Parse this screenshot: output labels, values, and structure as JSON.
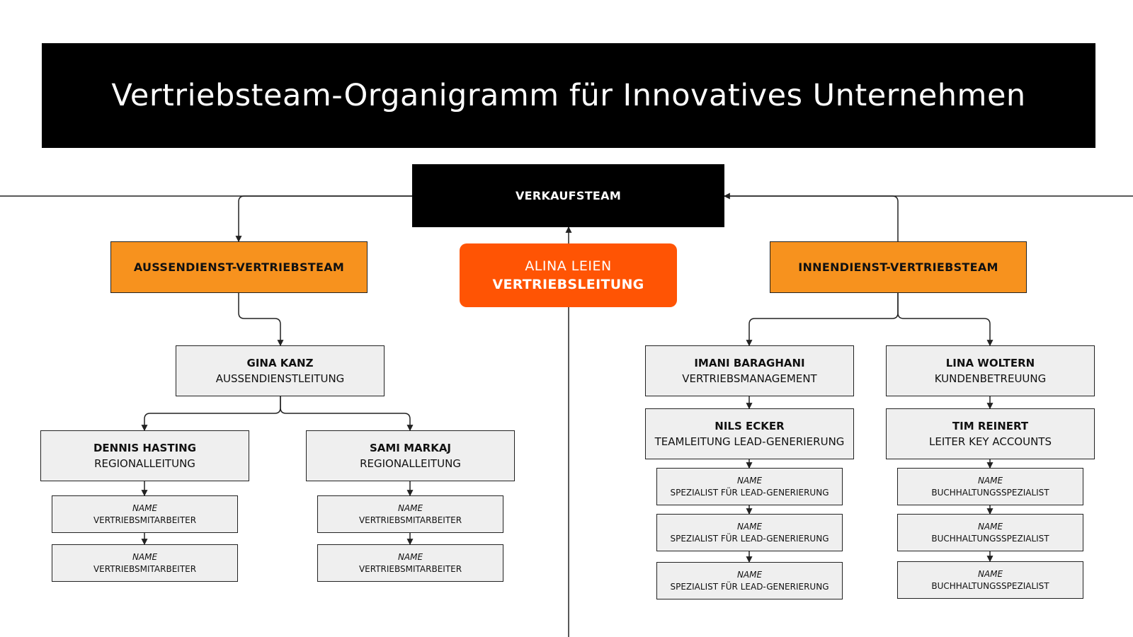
{
  "title": "Vertriebsteam-Organigramm für Innovatives Unternehmen",
  "colors": {
    "title_bg": "#000000",
    "department_orange": "#f7921e",
    "leader_orange": "#ff5404",
    "box_gray": "#efefef",
    "line": "#222222"
  },
  "root": {
    "label": "VERKAUFSTEAM"
  },
  "leader": {
    "name": "ALINA LEIEN",
    "role": "VERTRIEBSLEITUNG"
  },
  "departments": {
    "outside": {
      "label": "AUSSENDIENST-VERTRIEBSTEAM"
    },
    "inside": {
      "label": "INNENDIENST-VERTRIEBSTEAM"
    }
  },
  "outside": {
    "head": {
      "name": "GINA KANZ",
      "role": "AUSSENDIENSTLEITUNG"
    },
    "regional_1": {
      "name": "DENNIS HASTING",
      "role": "REGIONALLEITUNG",
      "staff": [
        {
          "name": "NAME",
          "role": "VERTRIEBSMITARBEITER"
        },
        {
          "name": "NAME",
          "role": "VERTRIEBSMITARBEITER"
        }
      ]
    },
    "regional_2": {
      "name": "SAMI MARKAJ",
      "role": "REGIONALLEITUNG",
      "staff": [
        {
          "name": "NAME",
          "role": "VERTRIEBSMITARBEITER"
        },
        {
          "name": "NAME",
          "role": "VERTRIEBSMITARBEITER"
        }
      ]
    }
  },
  "inside": {
    "left": {
      "name": "IMANI BARAGHANI",
      "role": "VERTRIEBSMANAGEMENT",
      "sub": {
        "name": "NILS ECKER",
        "role": "TEAMLEITUNG LEAD-GENERIERUNG"
      },
      "staff": [
        {
          "name": "NAME",
          "role": "SPEZIALIST FÜR LEAD-GENERIERUNG"
        },
        {
          "name": "NAME",
          "role": "SPEZIALIST FÜR LEAD-GENERIERUNG"
        },
        {
          "name": "NAME",
          "role": "SPEZIALIST FÜR LEAD-GENERIERUNG"
        }
      ]
    },
    "right": {
      "name": "LINA WOLTERN",
      "role": "KUNDENBETREUUNG",
      "sub": {
        "name": "TIM REINERT",
        "role": "LEITER KEY ACCOUNTS"
      },
      "staff": [
        {
          "name": "NAME",
          "role": "BUCHHALTUNGSSPEZIALIST"
        },
        {
          "name": "NAME",
          "role": "BUCHHALTUNGSSPEZIALIST"
        },
        {
          "name": "NAME",
          "role": "BUCHHALTUNGSSPEZIALIST"
        }
      ]
    }
  }
}
